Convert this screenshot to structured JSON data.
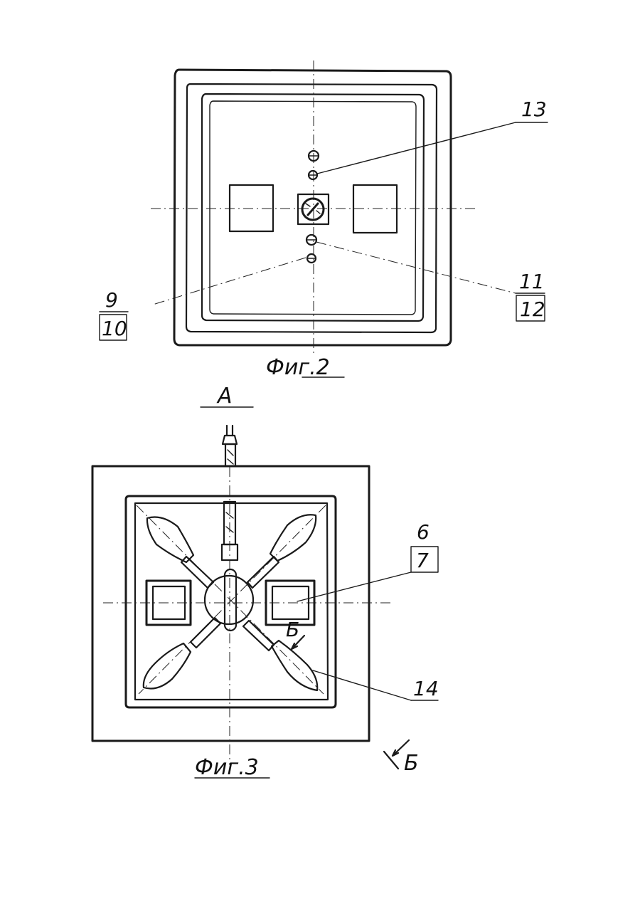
{
  "fig2": {
    "caption": "Фиг.2",
    "labels": {
      "l13": "13",
      "l11": "11",
      "l12": "12",
      "l9": "9",
      "l10": "10"
    }
  },
  "fig3": {
    "caption": "Фиг.3",
    "labels": {
      "viewA": "А",
      "l6": "6",
      "l7": "7",
      "l14": "14",
      "sectionB": "Б",
      "sectionB2": "Б"
    }
  }
}
